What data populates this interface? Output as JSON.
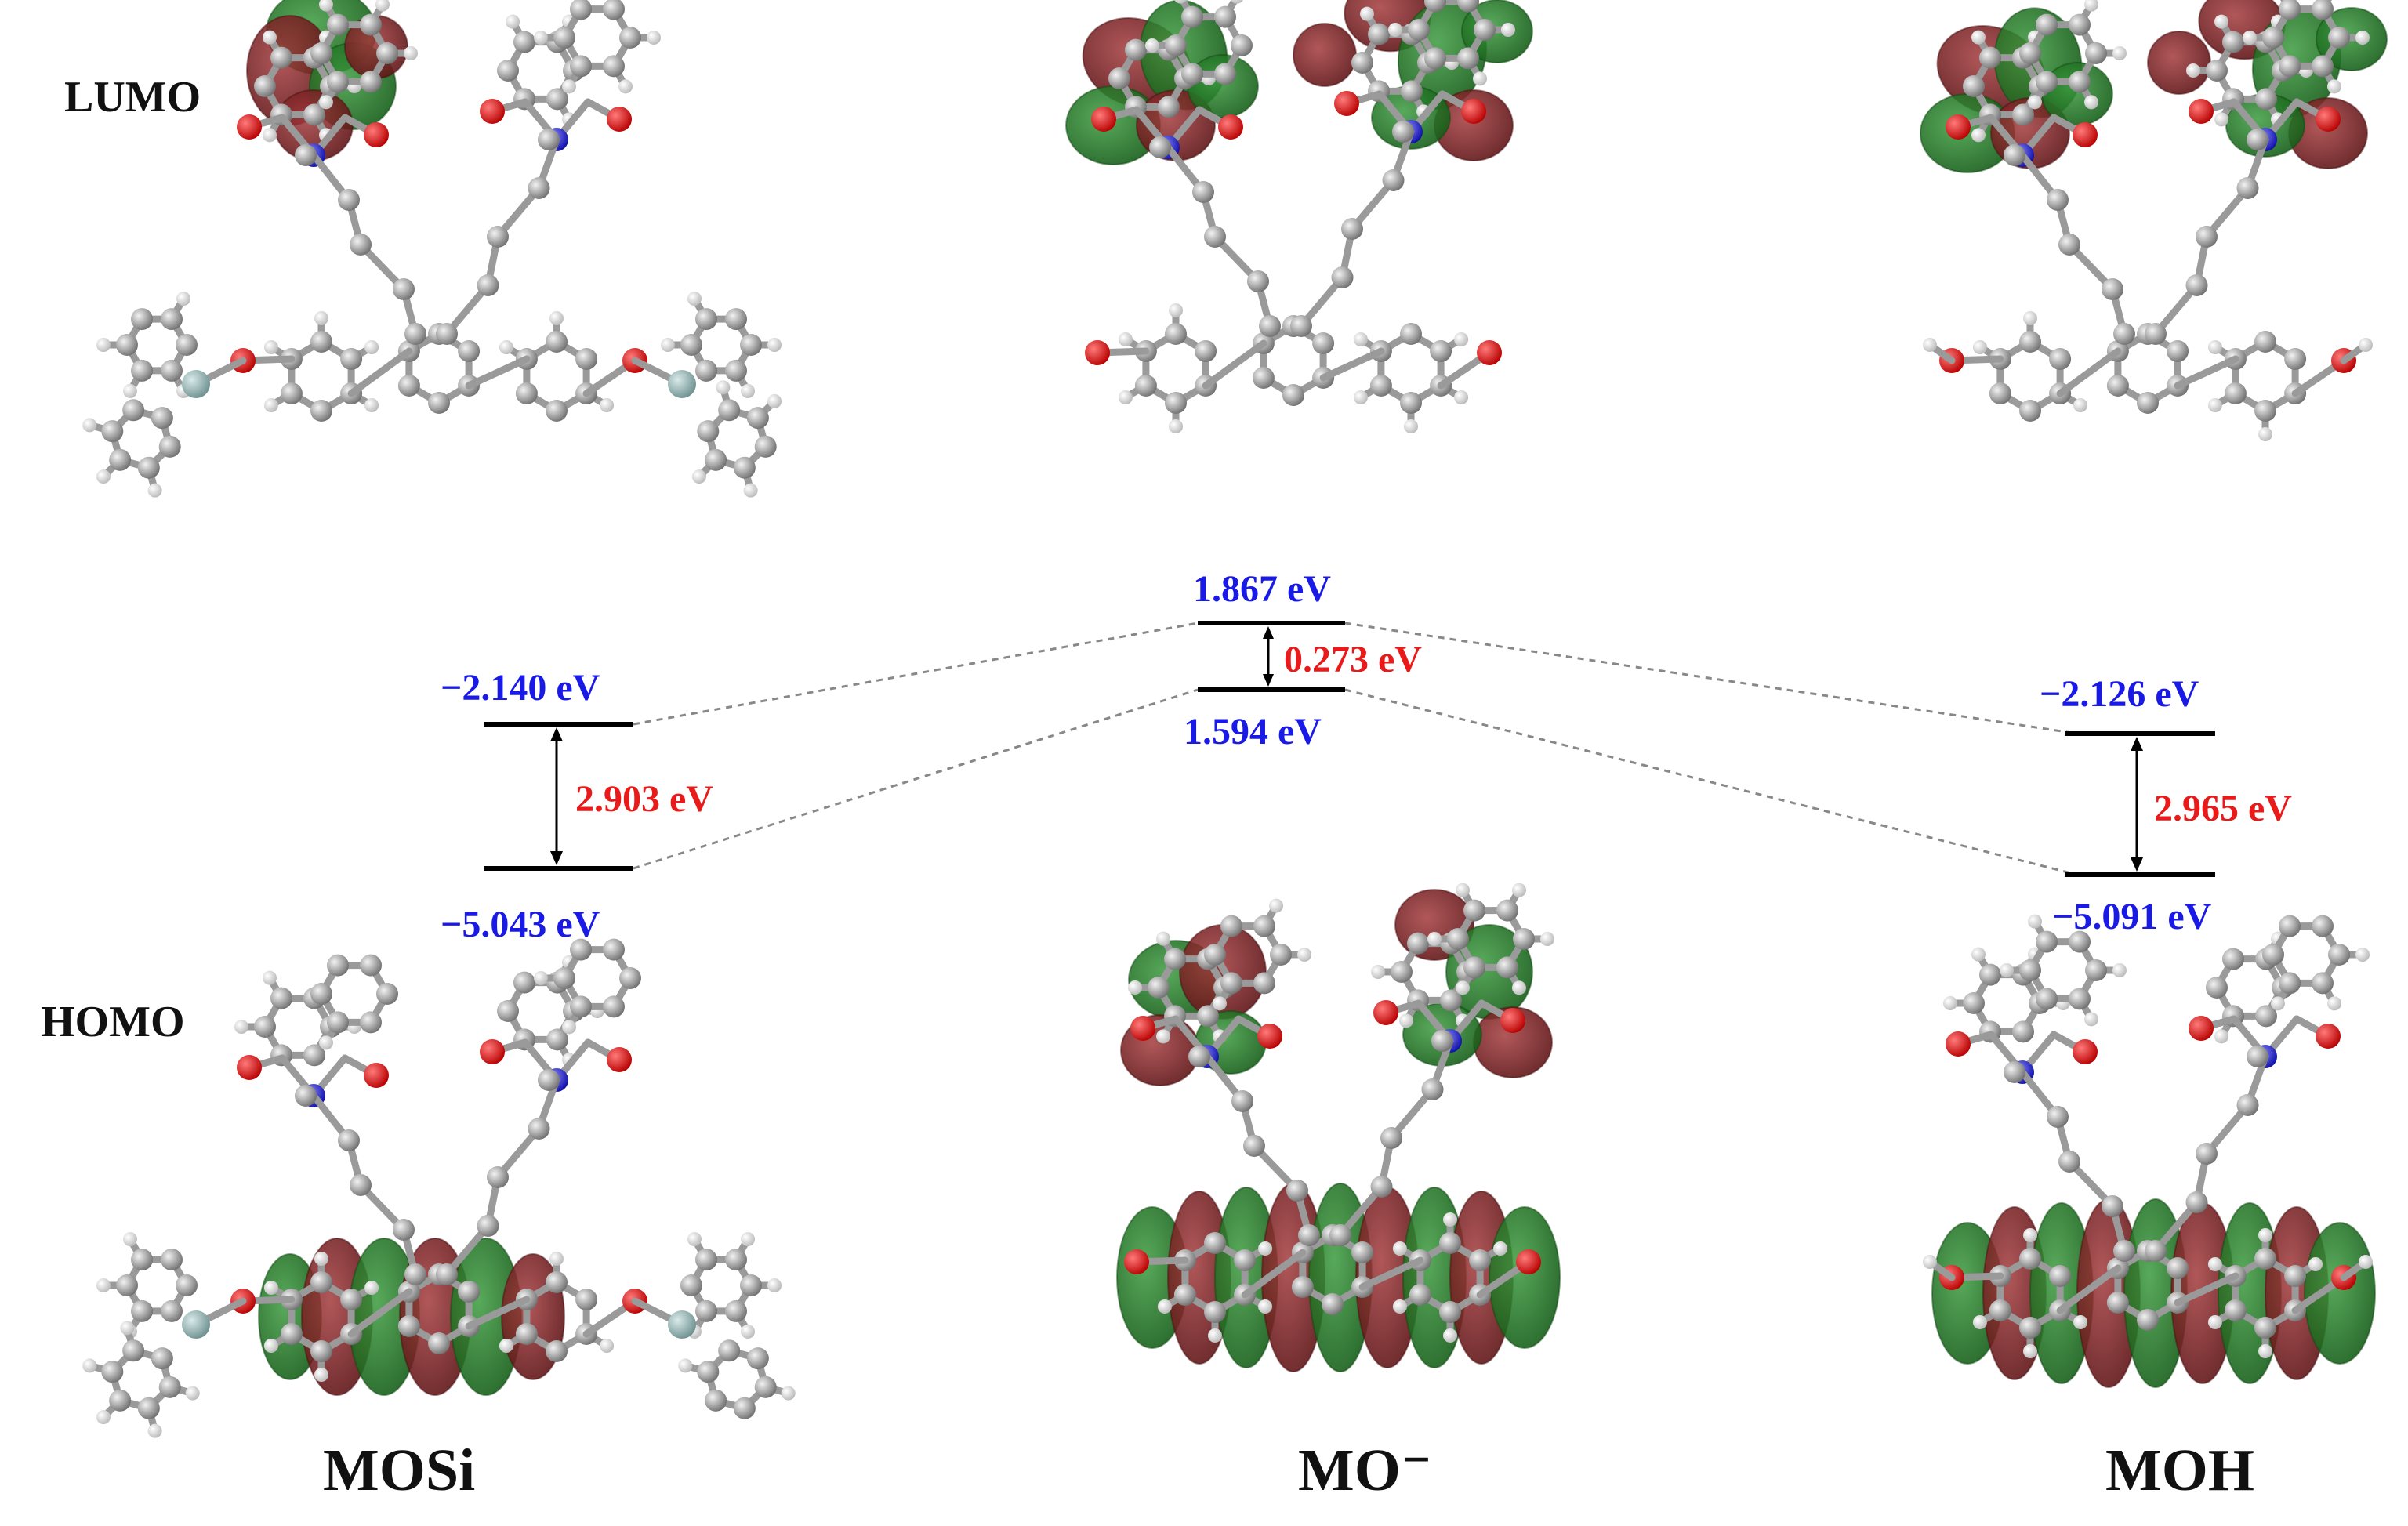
{
  "row_labels": {
    "lumo": "LUMO",
    "homo": "HOMO"
  },
  "molecules": [
    {
      "name": "MOSi",
      "lumo": "−2.140 eV",
      "homo": "−5.043 eV",
      "gap": "2.903 eV"
    },
    {
      "name": "MO⁻",
      "lumo": "1.867 eV",
      "homo": "1.594 eV",
      "gap": "0.273 eV"
    },
    {
      "name": "MOH",
      "lumo": "−2.126 eV",
      "homo": "−5.091 eV",
      "gap": "2.965 eV"
    }
  ],
  "colors": {
    "level_value": "#1a1ae6",
    "gap_value": "#e81a1a",
    "orbital_positive": "#7a1c1f",
    "orbital_negative": "#1f7a22",
    "carbon": "#8a8a8a",
    "hydrogen": "#e6e6e6",
    "oxygen": "#e00000",
    "nitrogen": "#1a1ad6",
    "silicon": "#8fb0b0"
  }
}
